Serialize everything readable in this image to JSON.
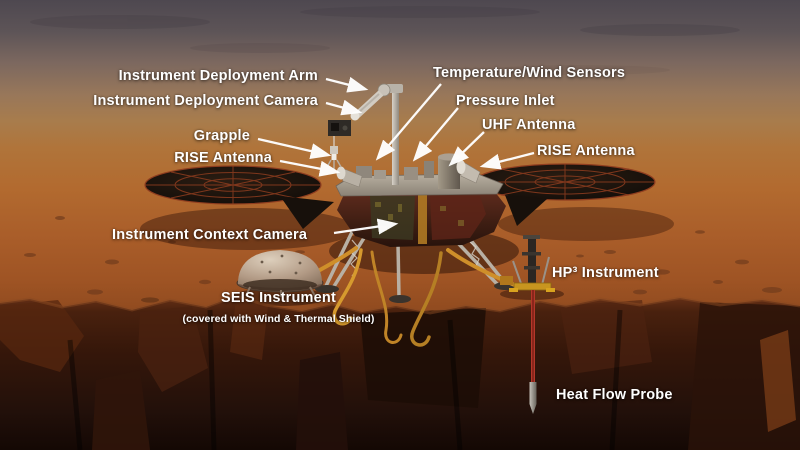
{
  "diagram": {
    "subject": "Mars lander cutaway illustration with labeled instruments",
    "labels": {
      "instrument_deployment_arm": "Instrument Deployment Arm",
      "instrument_deployment_camera": "Instrument Deployment Camera",
      "grapple": "Grapple",
      "rise_antenna_left": "RISE Antenna",
      "temperature_wind_sensors": "Temperature/Wind Sensors",
      "pressure_inlet": "Pressure Inlet",
      "uhf_antenna": "UHF Antenna",
      "rise_antenna_right": "RISE Antenna",
      "instrument_context_camera": "Instrument Context Camera",
      "seis_instrument": "SEIS Instrument",
      "seis_note": "(covered with Wind & Thermal Shield)",
      "hp3_instrument": "HP³ Instrument",
      "heat_flow_probe": "Heat Flow Probe"
    },
    "colors": {
      "label_text": "#ffffff",
      "arrow": "#ffffff",
      "sky_top": "#534c54",
      "terrain_orange": "#b2682e",
      "underground_dark": "#1a0b05",
      "tether_gold": "#cf8f2a",
      "probe_red": "#b5372a",
      "solar_panel_dark": "#16100c",
      "solar_panel_grid": "#8f3d1f",
      "seis_dome": "#c9b5a1"
    }
  }
}
